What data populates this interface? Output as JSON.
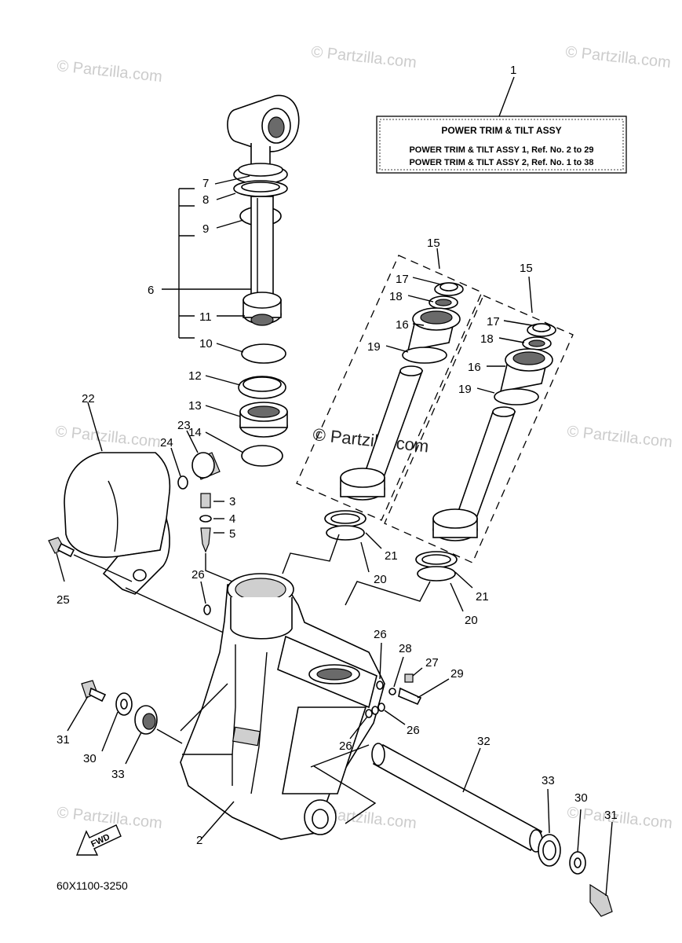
{
  "info_box": {
    "title": "POWER TRIM & TILT ASSY",
    "line1": "POWER TRIM & TILT ASSY 1,  Ref. No. 2 to 29",
    "line2": "POWER TRIM & TILT ASSY 2,  Ref. No. 1 to 38"
  },
  "watermark": "© Partzilla.com",
  "diagram_code": "60X1100-3250",
  "fwd_label": "FWD",
  "callouts": {
    "c1": "1",
    "c2": "2",
    "c3": "3",
    "c4": "4",
    "c5": "5",
    "c6": "6",
    "c7": "7",
    "c8": "8",
    "c9": "9",
    "c10": "10",
    "c11": "11",
    "c12": "12",
    "c13": "13",
    "c14": "14",
    "c15a": "15",
    "c15b": "15",
    "c16a": "16",
    "c16b": "16",
    "c17a": "17",
    "c17b": "17",
    "c18a": "18",
    "c18b": "18",
    "c19a": "19",
    "c19b": "19",
    "c20a": "20",
    "c20b": "20",
    "c21a": "21",
    "c21b": "21",
    "c22": "22",
    "c23": "23",
    "c24": "24",
    "c25": "25",
    "c26a": "26",
    "c26b": "26",
    "c26c": "26",
    "c26d": "26",
    "c27": "27",
    "c28": "28",
    "c29": "29",
    "c30a": "30",
    "c30b": "30",
    "c31a": "31",
    "c31b": "31",
    "c32": "32",
    "c33a": "33",
    "c33b": "33"
  }
}
